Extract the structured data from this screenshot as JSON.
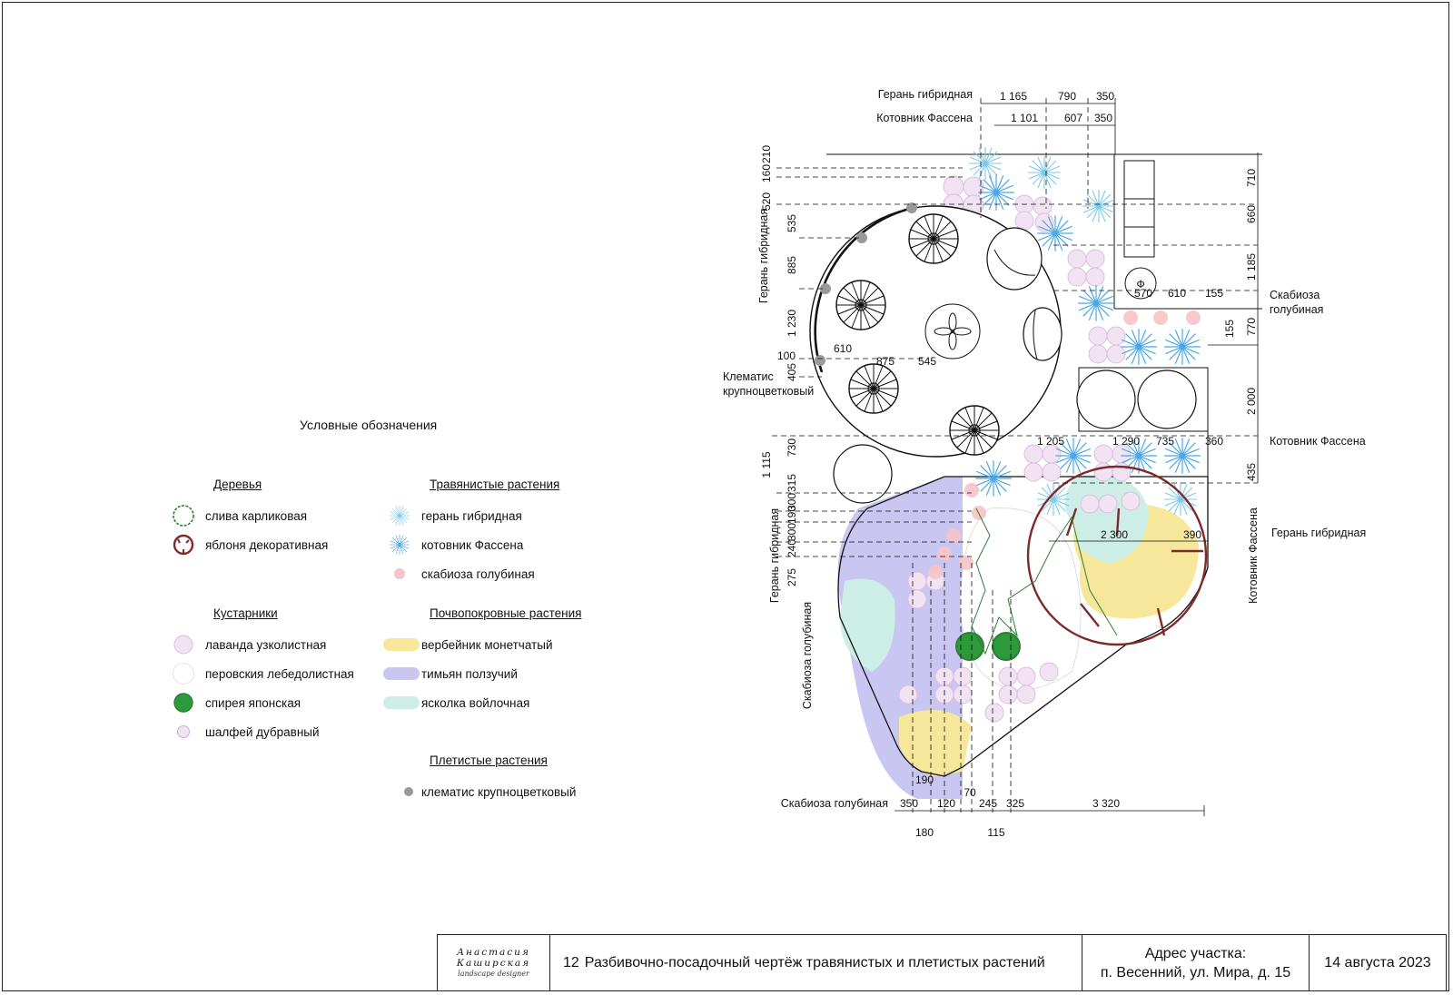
{
  "legend": {
    "title": "Условные обозначения",
    "groups": {
      "trees": {
        "title": "Деревья",
        "items": [
          "слива карликовая",
          "яблоня декоративная"
        ]
      },
      "shrubs": {
        "title": "Кустарники",
        "items": [
          "лаванда узколистная",
          "перовския лебедолистная",
          "спирея японская",
          "шалфей дубравный"
        ]
      },
      "herbs": {
        "title": "Травянистые растения",
        "items": [
          "герань гибридная",
          "котовник Фассена",
          "скабиоза голубиная"
        ]
      },
      "ground": {
        "title": "Почвопокровные растения",
        "items": [
          "вербейник монетчатый",
          "тимьян ползучий",
          "ясколка войлочная"
        ]
      },
      "climbers": {
        "title": "Плетистые растения",
        "items": [
          "клематис крупноцветковый"
        ]
      }
    }
  },
  "colors": {
    "geranium": "#7dc8ec",
    "nepeta": "#4aa6e6",
    "scabiosa": "#f7c4c8",
    "lavender": "#d9b6dc",
    "salvia": "#d5a9d4",
    "spiraea": "#2c9a3a",
    "plum": "#2f7d36",
    "apple": "#7e2a2a",
    "lysimachia": "#f7e79a",
    "thymus": "#c9c6f2",
    "cerastium": "#cdeee6",
    "clematis": "#9a9a9a"
  },
  "plan": {
    "callouts": {
      "top_geranium": "Герань гибридная",
      "top_nepeta": "Котовник Фассена",
      "left_geranium": "Герань гибридная",
      "clematis_1": "Клематис",
      "clematis_2": "крупноцветковый",
      "right_scabiosa_1": "Скабиоза",
      "right_scabiosa_2": "голубиная",
      "right_nepeta": "Котовник Фассена",
      "right_geranium": "Герань гибридная",
      "right_nepeta_v": "Котовник Фассена",
      "left_geranium_2": "Герань гибридная",
      "left_scabiosa": "Скабиоза голубиная",
      "bottom_scabiosa": "Скабиоза голубиная"
    },
    "dims": {
      "top_row1": [
        "1 165",
        "790",
        "350"
      ],
      "top_row2": [
        "1 101",
        "607",
        "350"
      ],
      "left_top": [
        "210",
        "160",
        "520",
        "535",
        "885",
        "1 230",
        "100",
        "405"
      ],
      "circle_inner": [
        "610",
        "875",
        "545"
      ],
      "right_top": [
        "710",
        "660",
        "1 185",
        "770",
        "155",
        "2 000",
        "435"
      ],
      "right_mid": [
        "570",
        "610",
        "155"
      ],
      "mid_row": [
        "1 205",
        "1 290",
        "735",
        "360"
      ],
      "bed_row": [
        "2 300",
        "390"
      ],
      "left_mid": [
        "1 115",
        "730",
        "315",
        "300",
        "190",
        "300",
        "240",
        "275"
      ],
      "bottom": [
        "190",
        "70",
        "350",
        "120",
        "245",
        "325",
        "3 320",
        "180",
        "115"
      ]
    }
  },
  "stamp": {
    "logo_line1": "Анастасия",
    "logo_line2": "Каширская",
    "logo_sub": "landscape designer",
    "sheet_no": "12",
    "title": "Разбивочно-посадочный чертёж травянистых и плетистых растений",
    "addr_label": "Адрес участка:",
    "addr_value": "п. Весенний, ул. Мира, д. 15",
    "date": "14 августа 2023"
  }
}
